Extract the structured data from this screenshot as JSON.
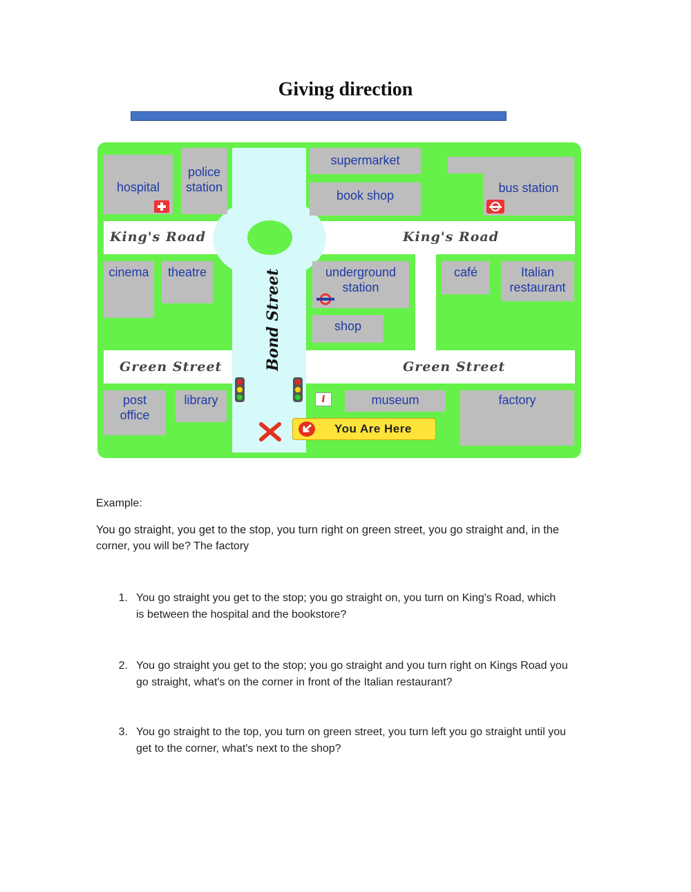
{
  "title": "Giving direction",
  "map": {
    "streets": {
      "kings_road_left": "King's Road",
      "kings_road_right": "King's Road",
      "green_street_left": "Green Street",
      "green_street_right": "Green Street",
      "bond_street": "Bond Street"
    },
    "buildings": {
      "hospital": "hospital",
      "police_station_1": "police",
      "police_station_2": "station",
      "supermarket": "supermarket",
      "book_shop": "book shop",
      "bus_station": "bus station",
      "cinema": "cinema",
      "theatre": "theatre",
      "underground_1": "underground",
      "underground_2": "station",
      "shop": "shop",
      "cafe": "café",
      "italian_1": "Italian",
      "italian_2": "restaurant",
      "post_office_1": "post",
      "post_office_2": "office",
      "library": "library",
      "museum": "museum",
      "factory": "factory"
    },
    "you_are_here": "You Are Here",
    "info_icon": "i",
    "icons": [
      "hospital-cross-icon",
      "bus-icon",
      "underground-icon",
      "info-icon",
      "traffic-light-icon",
      "x-mark-icon",
      "arrow-icon"
    ]
  },
  "example": {
    "label": "Example:",
    "text_line1": "You go straight, you get to the stop, you turn right on green street, you go straight and, in the",
    "text_line2": "corner, you will be?  The factory"
  },
  "questions": [
    {
      "num": "1.",
      "line1": "You go straight you get to the stop; you go straight on, you turn on King's Road, which",
      "line2": "is between the hospital and the bookstore?"
    },
    {
      "num": "2.",
      "line1": "You go straight you get to the stop; you go straight and you turn right on Kings Road you",
      "line2": "go straight, what's on the corner in front of the Italian restaurant?"
    },
    {
      "num": "3.",
      "line1": "You go straight to the top, you turn on green street, you turn left you go straight until you",
      "line2": "get to the corner, what's next to the shop?"
    }
  ]
}
